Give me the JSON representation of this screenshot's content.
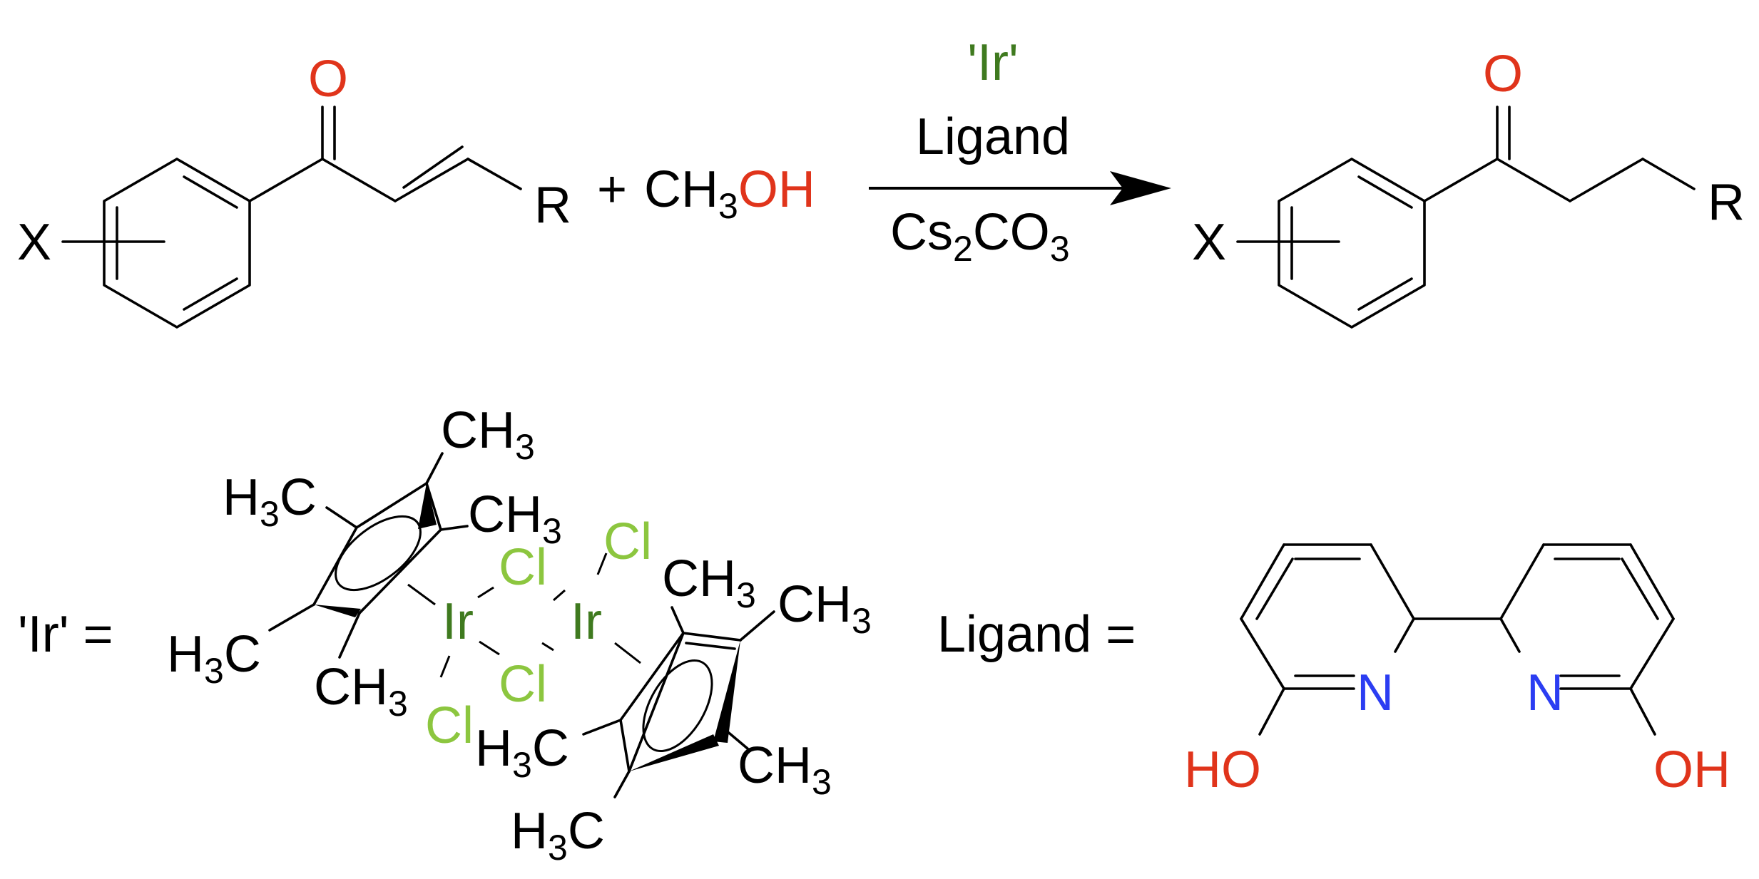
{
  "colors": {
    "oxygen": "#e0341b",
    "nitrogen": "#2b3df2",
    "iridium": "#3f7a1f",
    "chlorine": "#8cc63f",
    "bond": "#000000"
  },
  "reaction": {
    "reactant": {
      "oxygen": "O",
      "x_substituent": "X",
      "r_group": "R"
    },
    "plus": "+",
    "methanol": {
      "carbon": "CH",
      "sub": "3",
      "hydroxyl": "OH"
    },
    "conditions": {
      "catalyst": "'Ir'",
      "ligand": "Ligand",
      "base_part1": "Cs",
      "base_sub1": "2",
      "base_part2": "CO",
      "base_sub2": "3"
    },
    "product": {
      "oxygen": "O",
      "x_substituent": "X",
      "r_group": "R"
    }
  },
  "ir_definition": {
    "label": "'Ir' =",
    "metal": "Ir",
    "chloride": "Cl",
    "ch3_main": "CH",
    "h3c_main": "H",
    "h3c_c": "C",
    "sub3": "3"
  },
  "ligand_definition": {
    "label": "Ligand =",
    "nitrogen": "N",
    "hydroxyl_left": "HO",
    "hydroxyl_right": "OH"
  }
}
